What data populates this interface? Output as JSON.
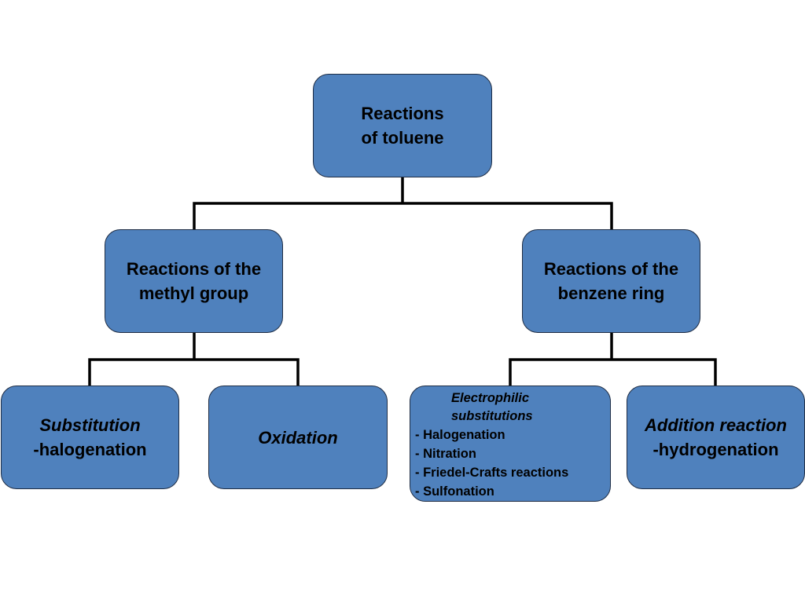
{
  "diagram": {
    "title": "Reactions of toluene",
    "colors": {
      "node_fill": "#4f81bd",
      "node_border": "#1f2d44",
      "connector": "#000000",
      "background": "#ffffff"
    },
    "root": {
      "line1": "Reactions",
      "line2": "of toluene"
    },
    "level1": {
      "methyl": {
        "line1": "Reactions of the",
        "line2": "methyl group"
      },
      "benzene": {
        "line1": "Reactions of the",
        "line2": "benzene ring"
      }
    },
    "level2": {
      "substitution": {
        "line1": "Substitution",
        "line2": "-halogenation"
      },
      "oxidation": {
        "line1": "Oxidation"
      },
      "electrophilic": {
        "heading1": "Electrophilic",
        "heading2": "substitutions",
        "items": [
          "- Halogenation",
          "- Nitration",
          "- Friedel-Crafts reactions",
          "- Sulfonation"
        ]
      },
      "addition": {
        "line1": "Addition reaction",
        "line2": "-hydrogenation"
      }
    }
  }
}
